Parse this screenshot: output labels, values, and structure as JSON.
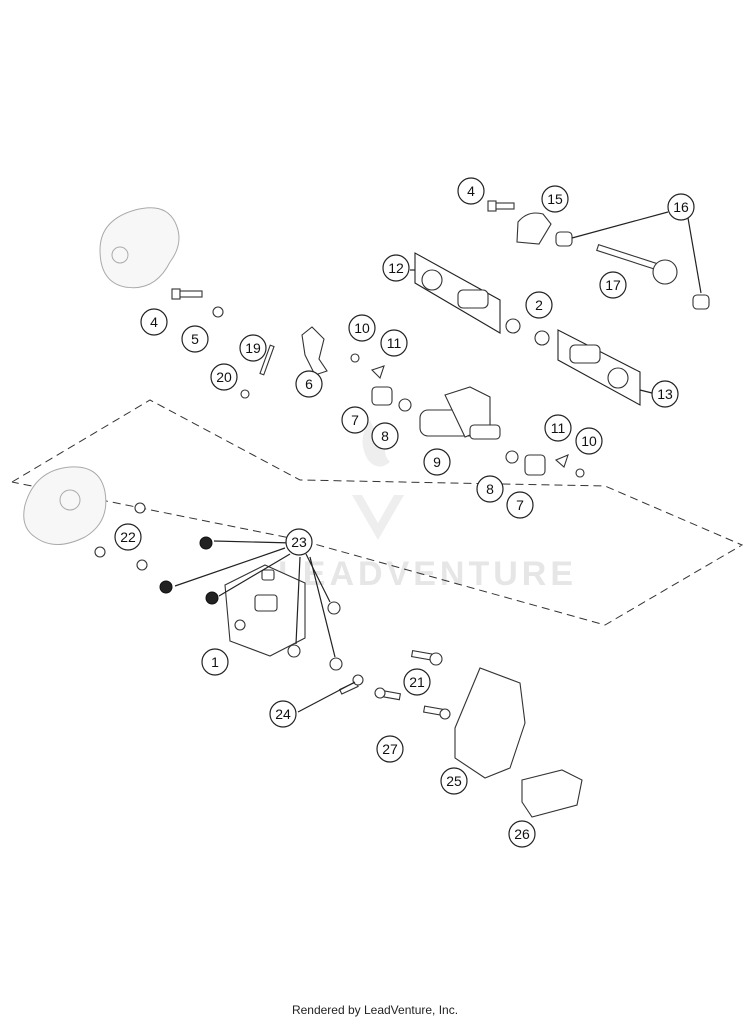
{
  "callouts": [
    {
      "id": "callout-1",
      "label": "1"
    },
    {
      "id": "callout-2",
      "label": "2"
    },
    {
      "id": "callout-4a",
      "label": "4"
    },
    {
      "id": "callout-4b",
      "label": "4"
    },
    {
      "id": "callout-5",
      "label": "5"
    },
    {
      "id": "callout-6",
      "label": "6"
    },
    {
      "id": "callout-7a",
      "label": "7"
    },
    {
      "id": "callout-7b",
      "label": "7"
    },
    {
      "id": "callout-8a",
      "label": "8"
    },
    {
      "id": "callout-8b",
      "label": "8"
    },
    {
      "id": "callout-9",
      "label": "9"
    },
    {
      "id": "callout-10a",
      "label": "10"
    },
    {
      "id": "callout-10b",
      "label": "10"
    },
    {
      "id": "callout-11a",
      "label": "11"
    },
    {
      "id": "callout-11b",
      "label": "11"
    },
    {
      "id": "callout-12",
      "label": "12"
    },
    {
      "id": "callout-13",
      "label": "13"
    },
    {
      "id": "callout-15",
      "label": "15"
    },
    {
      "id": "callout-16",
      "label": "16"
    },
    {
      "id": "callout-17",
      "label": "17"
    },
    {
      "id": "callout-19",
      "label": "19"
    },
    {
      "id": "callout-20",
      "label": "20"
    },
    {
      "id": "callout-21",
      "label": "21"
    },
    {
      "id": "callout-22",
      "label": "22"
    },
    {
      "id": "callout-23",
      "label": "23"
    },
    {
      "id": "callout-24",
      "label": "24"
    },
    {
      "id": "callout-25",
      "label": "25"
    },
    {
      "id": "callout-26",
      "label": "26"
    },
    {
      "id": "callout-27",
      "label": "27"
    }
  ],
  "watermark": {
    "text": "LEADVENTURE"
  },
  "footer": {
    "text": "Rendered by LeadVenture, Inc."
  }
}
